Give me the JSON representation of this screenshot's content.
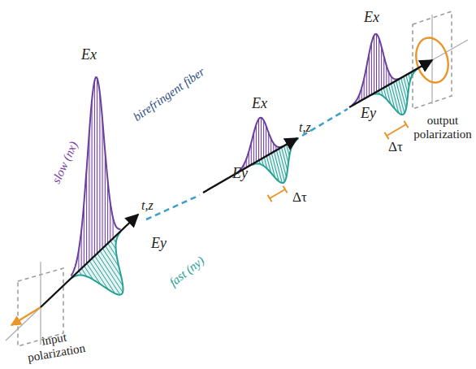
{
  "diagram": {
    "labels": [
      "Ex",
      "slow (nx)",
      "t,z",
      "Ey",
      "fast (ny)",
      "input polarization",
      "birefringent fiber",
      "Ex",
      "t,z",
      "Ey",
      "Δτ",
      "Ex",
      "Ey",
      "Δτ",
      "output polarization"
    ]
  }
}
